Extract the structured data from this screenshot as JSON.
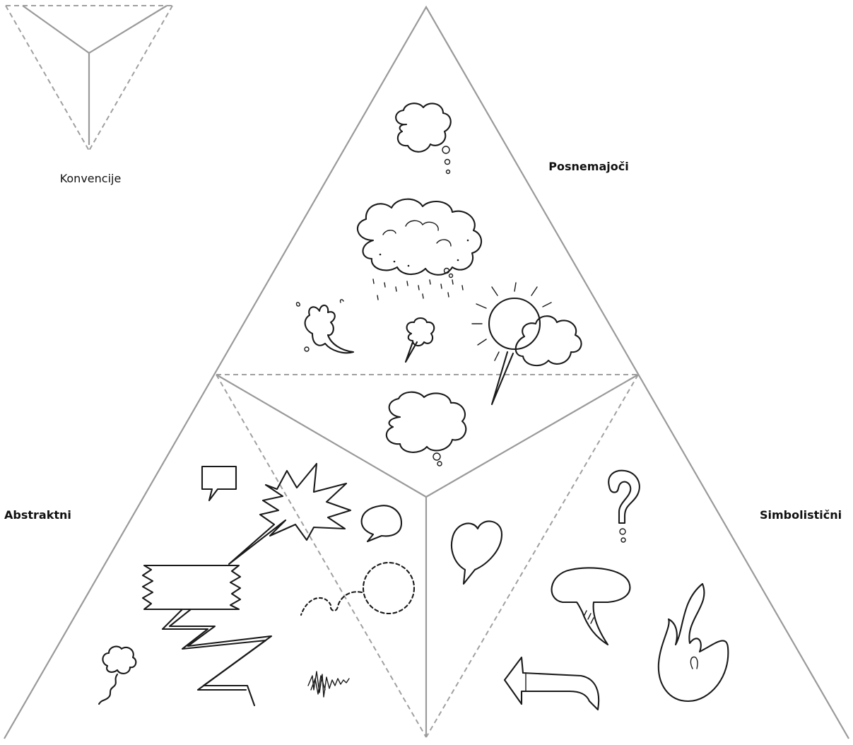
{
  "diagram": {
    "labels": {
      "top": "Posnemajoči",
      "left": "Abstraktni",
      "right": "Simbolistični",
      "key": "Konvencije"
    },
    "colors": {
      "frame": "#9a9a9a",
      "ink": "#1a1a1a",
      "background": "#ffffff"
    },
    "icons": {
      "top": [
        "small-thought-cloud-icon",
        "rain-cloud-icon",
        "splash-icon",
        "puff-cloud-icon",
        "sun-cloud-icon",
        "thought-cloud-icon"
      ],
      "left": [
        "small-speech-box-icon",
        "starburst-shout-icon",
        "zigzag-banner-icon",
        "oval-speech-bubble-icon",
        "dashed-circle-icon",
        "wavy-puff-icon",
        "scribble-icon"
      ],
      "right": [
        "question-mark-icon",
        "heart-bubble-icon",
        "mushroom-bubble-icon",
        "arrow-icon",
        "flame-icon"
      ]
    }
  }
}
